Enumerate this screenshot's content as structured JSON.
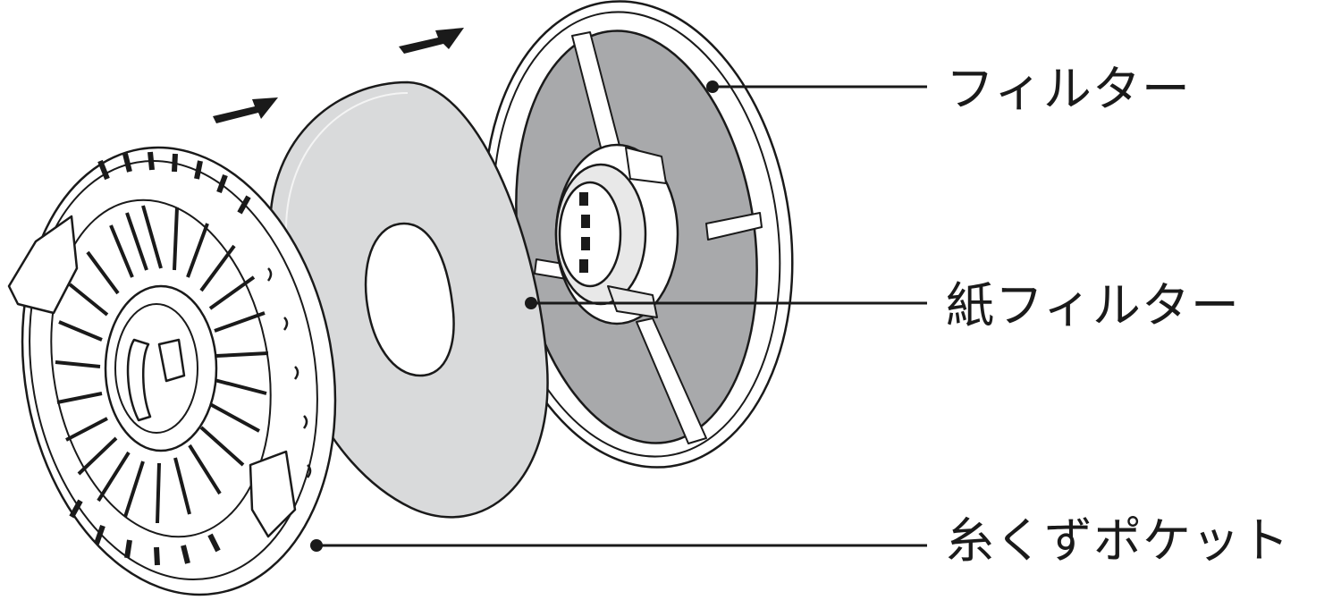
{
  "labels": {
    "filter": "フィルター",
    "paper_filter": "紙フィルター",
    "lint_pocket": "糸くずポケット"
  },
  "colors": {
    "line": "#1a1a1a",
    "paper_fill": "#d9dadb",
    "mesh_fill": "#a8a9ab",
    "frame_fill": "#ffffff"
  },
  "icons": [
    "arrow-icon",
    "arrow-icon"
  ]
}
